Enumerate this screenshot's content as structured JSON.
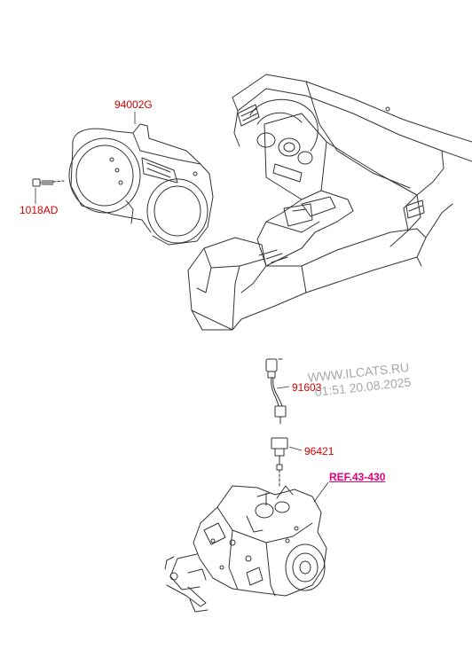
{
  "labels": {
    "cluster": "94002G",
    "screw": "1018AD",
    "sensor": "91603",
    "switch": "96421",
    "ref": "REF.43-430"
  },
  "watermark": {
    "line1": "WWW.ILCATS.RU",
    "line2": "01:51 20.08.2025"
  },
  "colors": {
    "part_number": "#d40000",
    "reference": "#e0007a",
    "line_art": "#333333",
    "watermark": "#a8a8a8"
  }
}
